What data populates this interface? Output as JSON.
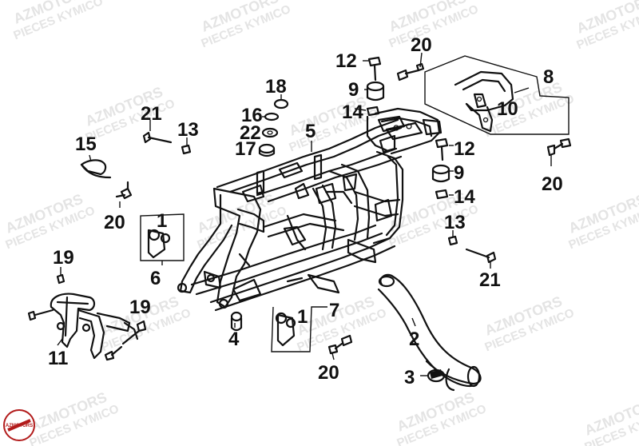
{
  "watermark": {
    "line1": "AZMOTORS",
    "line2": "PIECES KYMICO"
  },
  "logo": {
    "text": "AZMOTORS"
  },
  "callouts": [
    {
      "id": "c1",
      "label": "1"
    },
    {
      "id": "c1b",
      "label": "1"
    },
    {
      "id": "c2",
      "label": "2"
    },
    {
      "id": "c3",
      "label": "3"
    },
    {
      "id": "c4",
      "label": "4"
    },
    {
      "id": "c5",
      "label": "5"
    },
    {
      "id": "c6",
      "label": "6"
    },
    {
      "id": "c7",
      "label": "7"
    },
    {
      "id": "c8",
      "label": "8"
    },
    {
      "id": "c9",
      "label": "9"
    },
    {
      "id": "c9b",
      "label": "9"
    },
    {
      "id": "c10",
      "label": "10"
    },
    {
      "id": "c11",
      "label": "11"
    },
    {
      "id": "c12",
      "label": "12"
    },
    {
      "id": "c12b",
      "label": "12"
    },
    {
      "id": "c13",
      "label": "13"
    },
    {
      "id": "c13b",
      "label": "13"
    },
    {
      "id": "c14",
      "label": "14"
    },
    {
      "id": "c14b",
      "label": "14"
    },
    {
      "id": "c15",
      "label": "15"
    },
    {
      "id": "c16",
      "label": "16"
    },
    {
      "id": "c17",
      "label": "17"
    },
    {
      "id": "c18",
      "label": "18"
    },
    {
      "id": "c19",
      "label": "19"
    },
    {
      "id": "c19b",
      "label": "19"
    },
    {
      "id": "c20",
      "label": "20"
    },
    {
      "id": "c20b",
      "label": "20"
    },
    {
      "id": "c20c",
      "label": "20"
    },
    {
      "id": "c20d",
      "label": "20"
    },
    {
      "id": "c21",
      "label": "21"
    },
    {
      "id": "c21b",
      "label": "21"
    },
    {
      "id": "c22",
      "label": "22"
    }
  ]
}
